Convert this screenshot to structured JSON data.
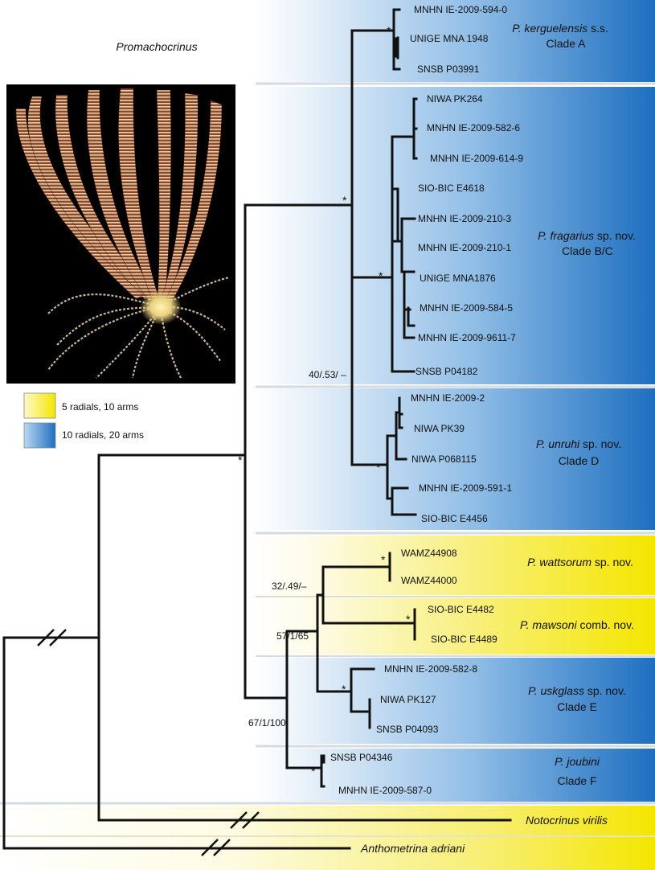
{
  "title": "Promachocrinus",
  "colors": {
    "yellow": "#f4e600",
    "blue": "#1e6fc0",
    "band_separator": "#cfd6dc"
  },
  "legend": {
    "yellow_label": "5 radials, 10 arms",
    "blue_label": "10 radials, 20 arms"
  },
  "photo": {
    "icon": "crinoid-photo"
  },
  "clades": [
    {
      "species": "P. kerguelensis",
      "suffix": " s.s.",
      "clade": "Clade A",
      "color": "blue"
    },
    {
      "species": "P. fragarius",
      "suffix": " sp. nov.",
      "clade": "Clade B/C",
      "color": "blue"
    },
    {
      "species": "P. unruhi",
      "suffix": " sp. nov.",
      "clade": "Clade D",
      "color": "blue"
    },
    {
      "species": "P. wattsorum",
      "suffix": " sp. nov.",
      "clade": "",
      "color": "yellow"
    },
    {
      "species": "P. mawsoni",
      "suffix": " comb. nov.",
      "clade": "",
      "color": "yellow"
    },
    {
      "species": "P. uskglass",
      "suffix": " sp. nov.",
      "clade": "Clade E",
      "color": "blue"
    },
    {
      "species": "P. joubini",
      "suffix": "",
      "clade": "Clade F",
      "color": "blue"
    },
    {
      "species": "Notocrinus virilis",
      "suffix": "",
      "clade": "",
      "color": "yellow"
    },
    {
      "species": "Anthometrina adriani",
      "suffix": "",
      "clade": "",
      "color": "yellow"
    }
  ],
  "specimens": [
    "MNHN IE-2009-594-0",
    "UNIGE MNA 1948",
    "SNSB P03991",
    "NIWA PK264",
    "MNHN IE-2009-582-6",
    "MNHN IE-2009-614-9",
    "SIO-BIC E4618",
    "MNHN IE-2009-210-3",
    "MNHN IE-2009-210-1",
    "UNIGE MNA1876",
    "MNHN IE-2009-584-5",
    "MNHN IE-2009-9611-7",
    "SNSB P04182",
    "MNHN IE-2009-2",
    "NIWA PK39",
    "NIWA P068115",
    "MNHN IE-2009-591-1",
    "SIO-BIC E4456",
    "WAMZ44908",
    "WAMZ44000",
    "SIO-BIC E4482",
    "SIO-BIC E4489",
    "MNHN IE-2009-582-8",
    "NIWA PK127",
    "SNSB P04093",
    "SNSB P04346",
    "MNHN IE-2009-587-0"
  ],
  "support": {
    "star": "*",
    "s1": "40/.53/ –",
    "s2": "32/.49/–",
    "s3": "57/1/65",
    "s4": "67/1/100"
  }
}
